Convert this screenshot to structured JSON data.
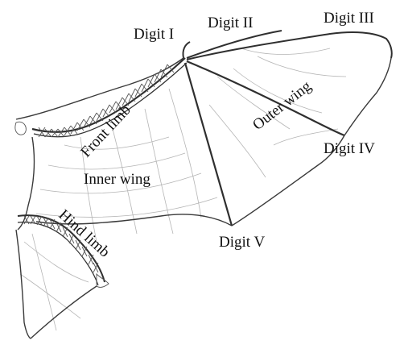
{
  "labels": {
    "digit_1": "Digit I",
    "digit_2": "Digit II",
    "digit_3": "Digit III",
    "digit_4": "Digit IV",
    "digit_5": "Digit V",
    "front_limb": "Front limb",
    "outer_wing": "Outer wing",
    "inner_wing": "Inner wing",
    "hind_limb": "Hind limb"
  },
  "colors": {
    "ink": "#3a3a3a",
    "light_ink": "#9a9a9a",
    "text": "#111111"
  }
}
